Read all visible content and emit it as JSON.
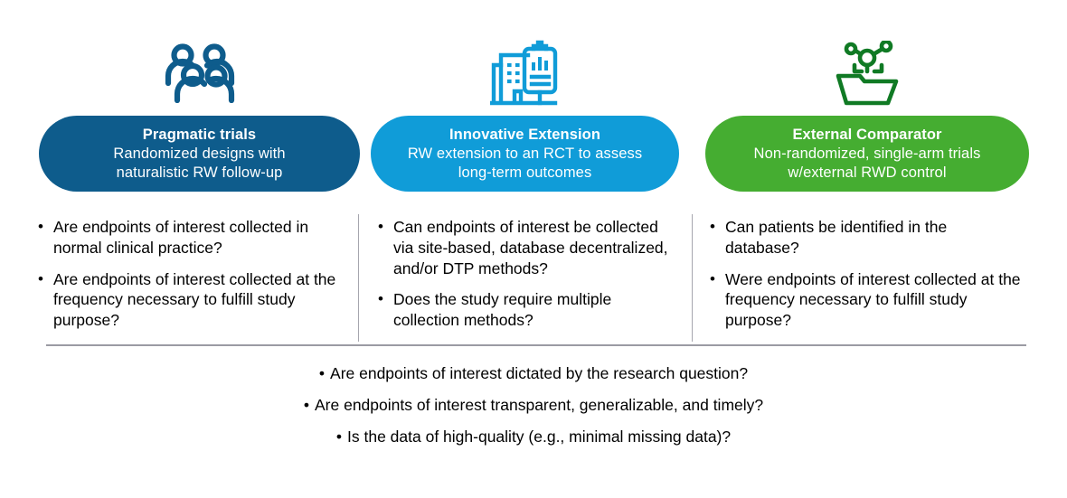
{
  "colors": {
    "pragmatic_blue": "#0e5c8c",
    "innovative_cyan": "#109cd8",
    "external_green": "#45ad31",
    "external_icon_green": "#107a24",
    "divider_gray": "#a6a6ae",
    "rule_gray": "#9b9ba3",
    "text_black": "#000000",
    "pill_text": "#ffffff"
  },
  "bullet_glyph": "•",
  "columns": [
    {
      "icon_name": "people-group-icon",
      "pill": {
        "title": "Pragmatic trials",
        "subtitle": "Randomized  designs with\nnaturalistic RW follow-up"
      },
      "bullets": [
        "Are endpoints of interest collected in normal clinical practice?",
        "Are endpoints of interest collected at the frequency necessary to fulfill study purpose?"
      ]
    },
    {
      "icon_name": "hospital-clipboard-icon",
      "pill": {
        "title": "Innovative Extension",
        "subtitle": "RW extension to an RCT to assess\nlong-term  outcomes"
      },
      "bullets": [
        "Can endpoints of interest be collected via site-based, database decentralized, and/or DTP methods?",
        "Does the study require multiple collection methods?"
      ]
    },
    {
      "icon_name": "data-folder-network-icon",
      "pill": {
        "title": "External Comparator",
        "subtitle": "Non-randomized,  single-arm  trials\nw/external RWD control"
      },
      "bullets": [
        "Can patients be identified in the database?",
        "Were endpoints of interest collected at the frequency necessary to fulfill study purpose?"
      ]
    }
  ],
  "footer_bullets": [
    "Are endpoints of interest dictated by the research question?",
    "Are endpoints of interest transparent, generalizable,  and timely?",
    "Is the data of high-quality (e.g., minimal  missing data)?"
  ]
}
